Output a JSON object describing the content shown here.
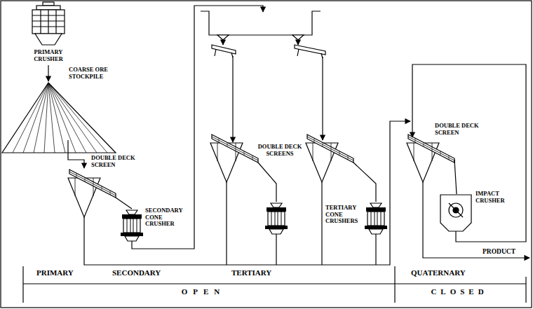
{
  "diagram": {
    "labels": [
      "PRIMARY CRUSHER",
      "COARSE ORE STOCKPILE",
      "DOUBLE DECK SCREEN",
      "SECONDARY CONE CRUSHER",
      "DOUBLE DECK SCREENS",
      "TERTIARY CONE CRUSHERS",
      "DOUBLE DECK SCREEN",
      "IMPACT CRUSHER",
      "PRODUCT",
      "PRIMARY",
      "SECONDARY",
      "TERTIARY",
      "QUATERNARY",
      "OPEN",
      "CLOSED"
    ]
  }
}
